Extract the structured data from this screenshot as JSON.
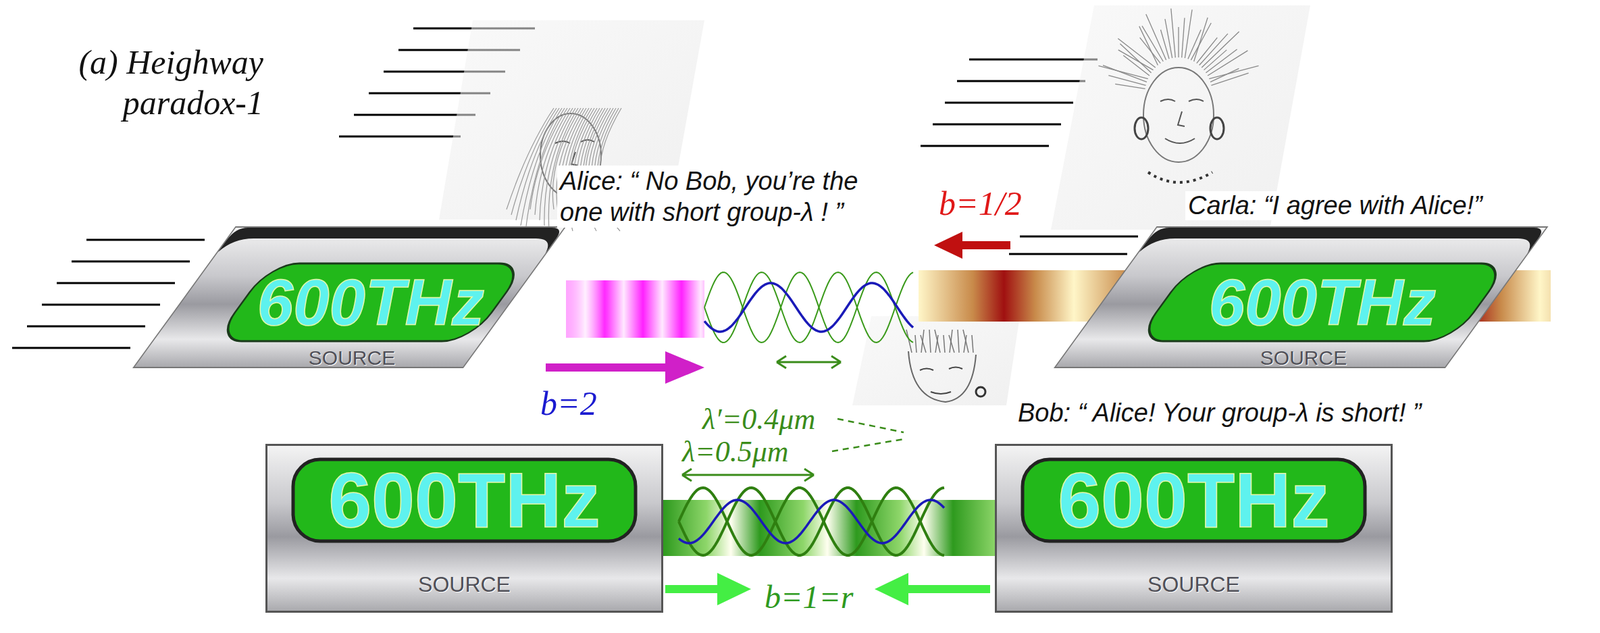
{
  "diagram": {
    "title": "(a) Heighway paradox-1",
    "nodes": [
      {
        "text": [
          "600THz",
          "SOURCE"
        ]
      },
      {
        "text": [
          "600THz",
          "SOURCE"
        ]
      },
      {
        "text": [
          "600THz",
          "SOURCE"
        ]
      },
      {
        "text": [
          "600THz",
          "SOURCE"
        ]
      }
    ],
    "labels": [
      "Alice: “ No Bob, you’re the one with short group-λ ! ”",
      "b=1/2",
      "Carla: “I agree with Alice!”",
      "b=2",
      "λ′=0.4μm",
      "Bob: “ Alice!  Your group-λ is short! ”",
      "λ=0.5μm",
      "b=1=r"
    ]
  }
}
